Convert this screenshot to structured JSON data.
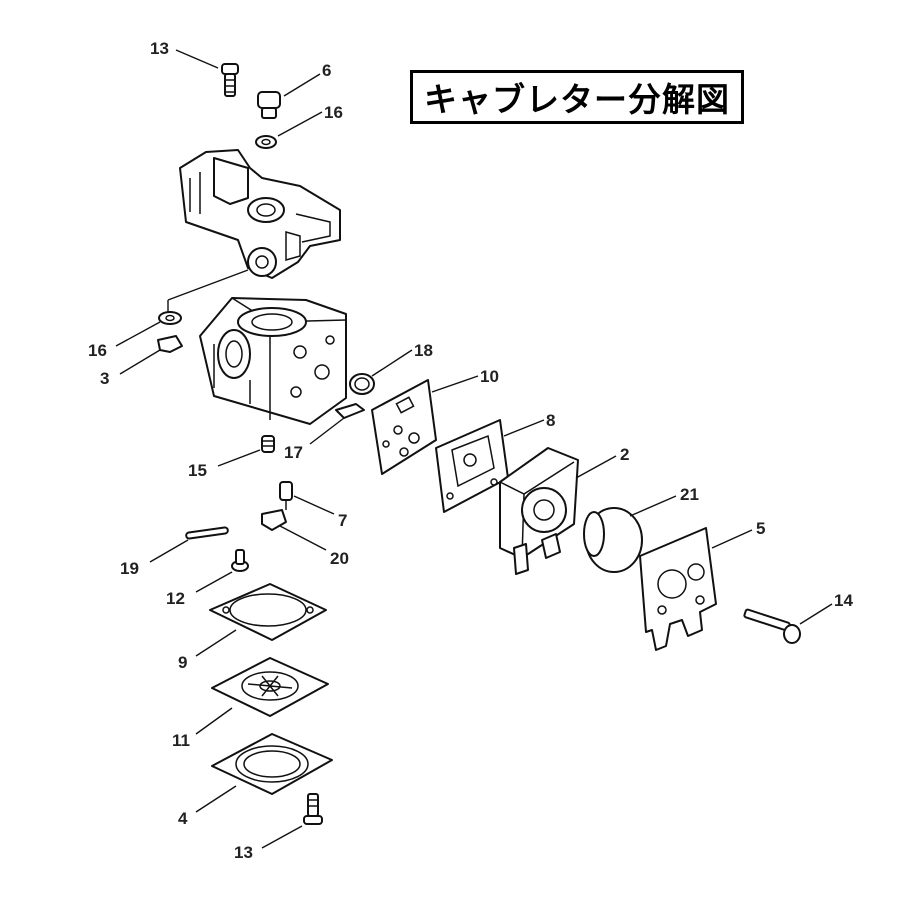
{
  "title": "キャブレター分解図",
  "labels": {
    "p13a": "13",
    "p6": "6",
    "p16a": "16",
    "p16b": "16",
    "p3": "3",
    "p18": "18",
    "p10": "10",
    "p8": "8",
    "p2": "2",
    "p21": "21",
    "p5": "5",
    "p14": "14",
    "p15": "15",
    "p17": "17",
    "p7": "7",
    "p20": "20",
    "p19": "19",
    "p12": "12",
    "p9": "9",
    "p11": "11",
    "p4": "4",
    "p13b": "13"
  }
}
